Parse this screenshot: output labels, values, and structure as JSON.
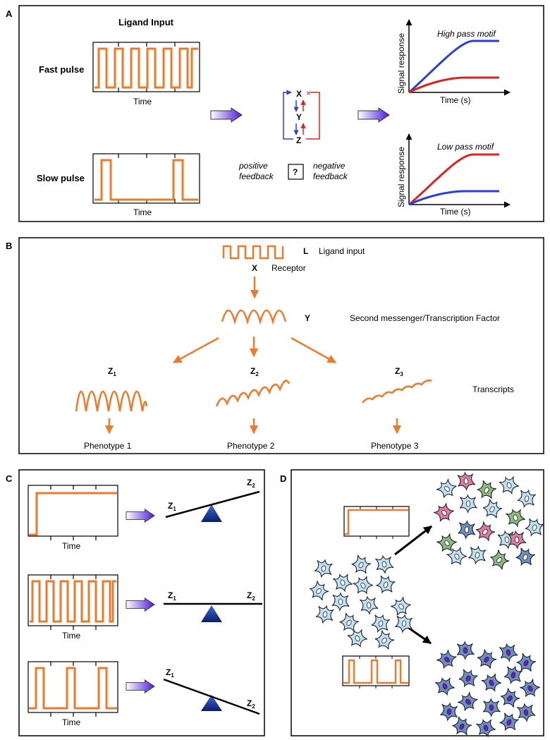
{
  "panel_a": {
    "label": "A",
    "ligand_input_title": "Ligand Input",
    "fast_pulse_label": "Fast pulse",
    "slow_pulse_label": "Slow pulse",
    "time_label": "Time",
    "node_x": "X",
    "node_y": "Y",
    "node_z": "Z",
    "positive_feedback_line1": "positive",
    "positive_feedback_line2": "feedback",
    "negative_feedback_line1": "negative",
    "negative_feedback_line2": "feedback",
    "question_mark": "?",
    "high_pass_title": "High pass motif",
    "low_pass_title": "Low pass motif",
    "y_axis_label": "Signal response",
    "x_axis_label": "Time (s)",
    "colors": {
      "positive": "#2b3fd6",
      "negative": "#e0221f",
      "pulse": "#ee7a2e"
    }
  },
  "panel_b": {
    "label": "B",
    "node_l": "L",
    "ligand_input": "Ligand input",
    "node_x": "X",
    "receptor": "Receptor",
    "node_y": "Y",
    "second_messenger": "Second messenger/Transcription Factor",
    "z1": "Z",
    "z1_sub": "1",
    "z2": "Z",
    "z2_sub": "2",
    "z3": "Z",
    "z3_sub": "3",
    "transcripts": "Transcripts",
    "phenotype1": "Phenotype 1",
    "phenotype2": "Phenotype 2",
    "phenotype3": "Phenotype 3"
  },
  "panel_c": {
    "label": "C",
    "time_label": "Time",
    "z1": "Z",
    "z1_sub": "1",
    "z2": "Z",
    "z2_sub": "2"
  },
  "panel_d": {
    "label": "D",
    "cell_colors": {
      "light_blue": "#bfe2f2",
      "steel_blue": "#6f8fbf",
      "pink": "#e07aa0",
      "green": "#8dba7a",
      "nucleus_purple": "#6a1fc9"
    }
  }
}
